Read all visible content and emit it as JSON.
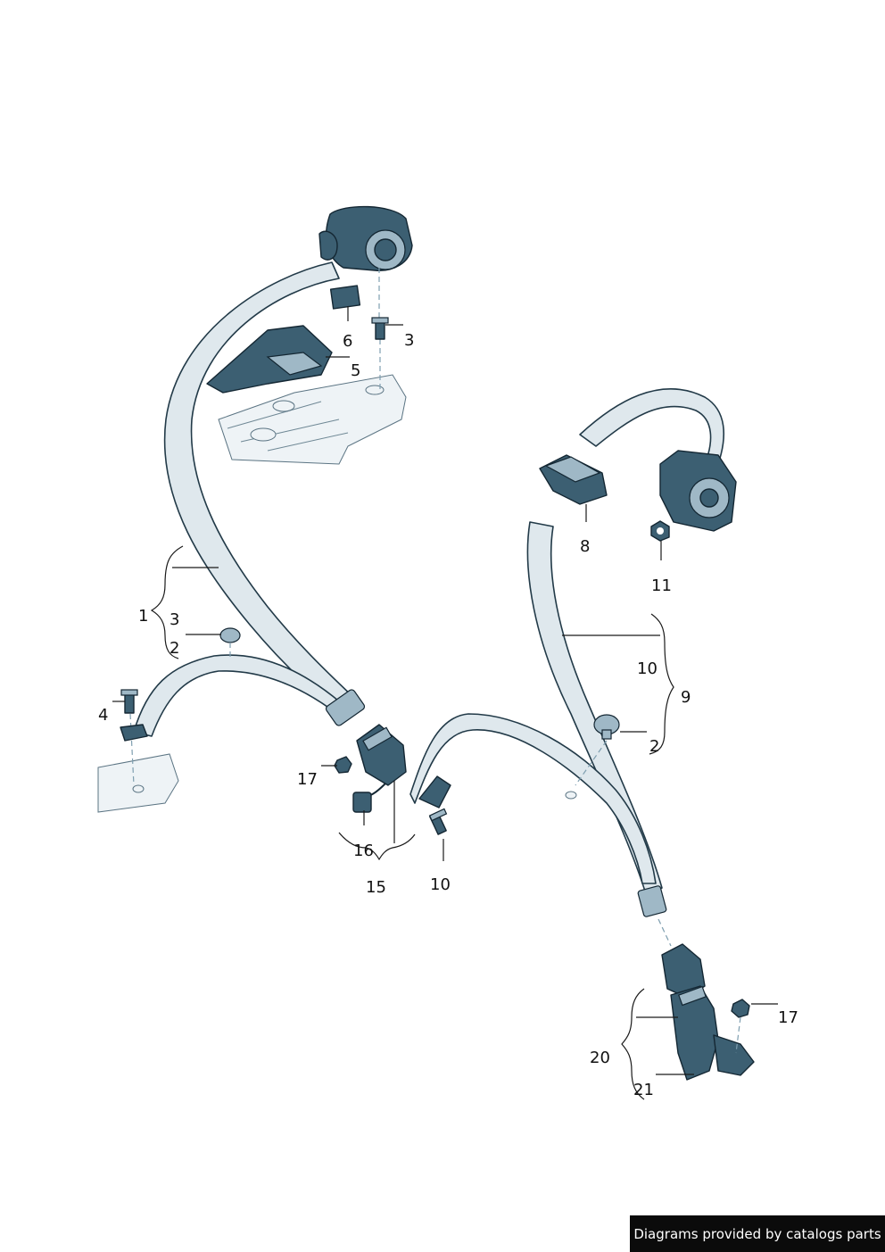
{
  "callouts": {
    "c1": "1",
    "c3_left": "3",
    "c2_left": "2",
    "c4": "4",
    "c3_top": "3",
    "c6": "6",
    "c5": "5",
    "c17_left": "17",
    "c16": "16",
    "c15": "15",
    "c10_bottom": "10",
    "c8": "8",
    "c11": "11",
    "c10_right": "10",
    "c9": "9",
    "c2_right": "2",
    "c20": "20",
    "c21": "21",
    "c17_right": "17"
  },
  "footer": {
    "credit": "Diagrams provided by catalogs parts"
  },
  "colors": {
    "belt_fill": "#dfe8ed",
    "part_fill": "#3c5f72",
    "line": "#1a1a1a",
    "credit_bg": "#0b0b0b"
  },
  "icons": {
    "retractor_top": "belt-retractor-icon",
    "retractor_right": "belt-retractor-icon",
    "buckle": "seat-belt-buckle-icon",
    "bolt": "bolt-icon",
    "nut": "nut-icon",
    "cap": "cap-icon"
  }
}
